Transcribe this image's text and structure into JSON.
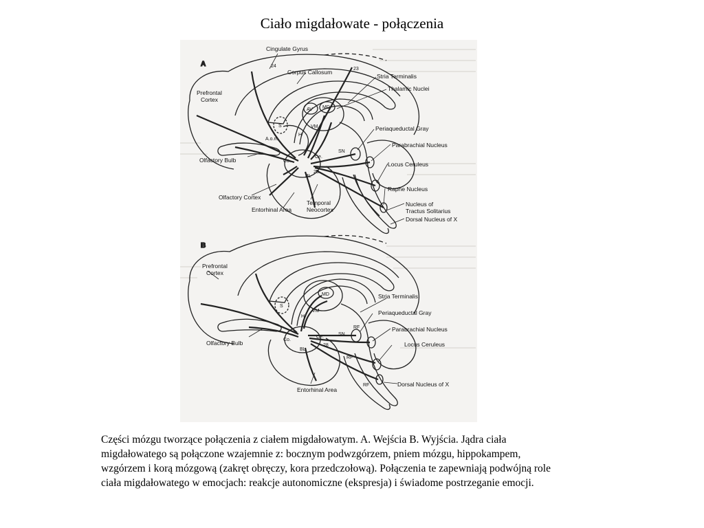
{
  "title": "Ciało migdałowate - połączenia",
  "panel_a": {
    "letter": "A",
    "labels": {
      "cingulate_gyrus": "Cingulate Gyrus",
      "corpus_callosum": "Corpus  Callosum",
      "num_24": "24",
      "num_23": "23",
      "prefrontal_cortex_1": "Prefrontal",
      "prefrontal_cortex_2": "Cortex",
      "stria_terminalis": "Stria Terminalis",
      "thalamic_nuclei": "Thalamic Nuclei",
      "av": "AV",
      "md": "MD",
      "vm": "VM",
      "s": "S",
      "h": "H",
      "aon": "A.o.n.",
      "co": "Co.",
      "ce": "Ce.",
      "bl": "BL",
      "num_28": "28",
      "sn": "SN",
      "periaqueductal_gray": "Periaqueductal Gray",
      "parabrachial_nucleus": "Parabrachial Nucleus",
      "olfactory_bulb": "Olfactory Bulb",
      "locus_ceruleus": "Locus Ceruleus",
      "raphe_nucleus": "Raphe Nucleus",
      "nucleus_tractus_1": "Nucleus of",
      "nucleus_tractus_2": "Tractus Solitarius",
      "dorsal_nucleus_x": "Dorsal Nucleus of X",
      "olfactory_cortex": "Olfactory Cortex",
      "temporal_neocortex_1": "Temporal",
      "temporal_neocortex_2": "Neocortex",
      "entorhinal_area": "Entorhinal Area"
    }
  },
  "panel_b": {
    "letter": "B",
    "labels": {
      "prefrontal_cortex_1": "Prefrontal",
      "prefrontal_cortex_2": "Cortex",
      "md": "MD",
      "stria_terminalis": "Stria Terminalis",
      "s": "S",
      "h": "H",
      "vm": "VM",
      "periaqueductal_gray": "Periaqueductal Gray",
      "rf_1": "RF",
      "parabrachial_nucleus": "Parabrachial Nucleus",
      "olfactory_bulb": "Olfactory Bulb",
      "co": "Co.",
      "ce": "Ce.",
      "sn": "SN",
      "locus_ceruleus": "Locus Ceruleus",
      "bl": "BL",
      "num_28": "28",
      "rf_2": "RF",
      "rf_3": "RF",
      "dorsal_nucleus_x": "Dorsal Nucleus of X",
      "entorhinal_area": "Entorhinal Area"
    }
  },
  "caption_lines": [
    "Części mózgu tworzące połączenia z ciałem migdałowatym. A. Wejścia B. Wyjścia. Jądra ciała",
    "migdałowatego są połączone wzajemnie z: bocznym podwzgórzem, pniem mózgu, hippokampem,",
    "wzgórzem i korą mózgową (zakręt obręczy, kora przedczołową). Połączenia te zapewniają podwójną role",
    "ciała migdałowatego w emocjach: reakcje autonomiczne (ekspresja) i świadome postrzeganie emocji."
  ]
}
